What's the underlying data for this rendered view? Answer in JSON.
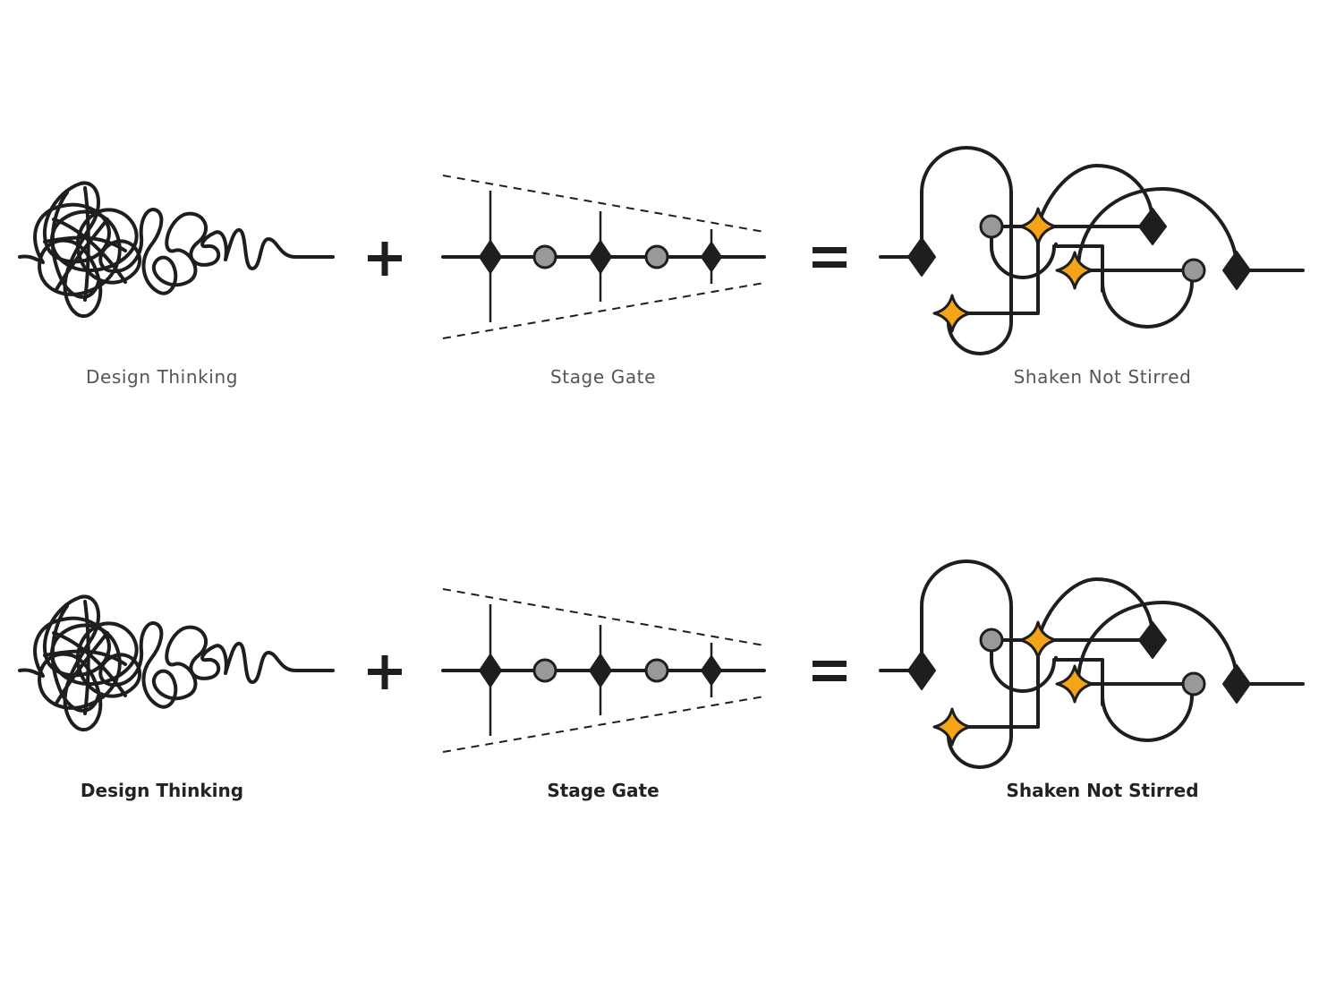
{
  "colors": {
    "ink": "#1e1e1e",
    "milestone_circle": "#999999",
    "star": "#f5a418",
    "label_light": "#555555",
    "label_bold": "#222222"
  },
  "rows": [
    {
      "style": "regular",
      "operators": {
        "plus": "+",
        "equals": "="
      },
      "items": [
        {
          "label": "Design Thinking",
          "icon": "tangled-scribble-icon"
        },
        {
          "label": "Stage Gate",
          "icon": "funnel-gates-icon"
        },
        {
          "label": "Shaken Not Stirred",
          "icon": "looping-path-icon"
        }
      ]
    },
    {
      "style": "bold",
      "operators": {
        "plus": "+",
        "equals": "="
      },
      "items": [
        {
          "label": "Design Thinking",
          "icon": "tangled-scribble-icon"
        },
        {
          "label": "Stage Gate",
          "icon": "funnel-gates-icon"
        },
        {
          "label": "Shaken Not Stirred",
          "icon": "looping-path-icon"
        }
      ]
    }
  ]
}
